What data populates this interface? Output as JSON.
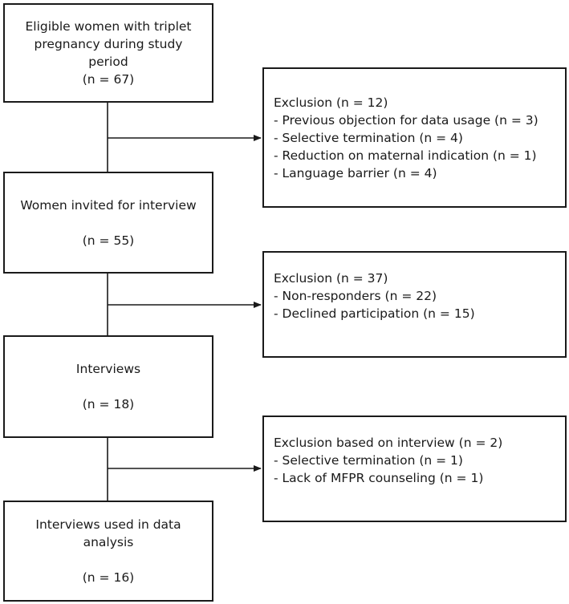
{
  "flow": {
    "box1": {
      "lines": [
        "Eligible women with triplet",
        "pregnancy during study",
        "period",
        "(n = 67)"
      ]
    },
    "box2": {
      "title": "Women invited for interview",
      "count": "(n = 55)"
    },
    "box3": {
      "title": "Interviews",
      "count": "(n = 18)"
    },
    "box4": {
      "lines": [
        "Interviews used in data",
        "analysis"
      ],
      "count": "(n = 16)"
    }
  },
  "exclusions": {
    "ex1": {
      "heading": "Exclusion (n = 12)",
      "items": [
        "- Previous objection for data usage (n = 3)",
        "- Selective termination (n = 4)",
        "- Reduction on maternal indication (n = 1)",
        "- Language barrier (n = 4)"
      ]
    },
    "ex2": {
      "heading": "Exclusion (n = 37)",
      "items": [
        "- Non-responders (n = 22)",
        "- Declined participation (n = 15)"
      ]
    },
    "ex3": {
      "heading": "Exclusion based on interview (n = 2)",
      "items": [
        "- Selective termination (n = 1)",
        "- Lack of MFPR counseling (n = 1)"
      ]
    }
  }
}
